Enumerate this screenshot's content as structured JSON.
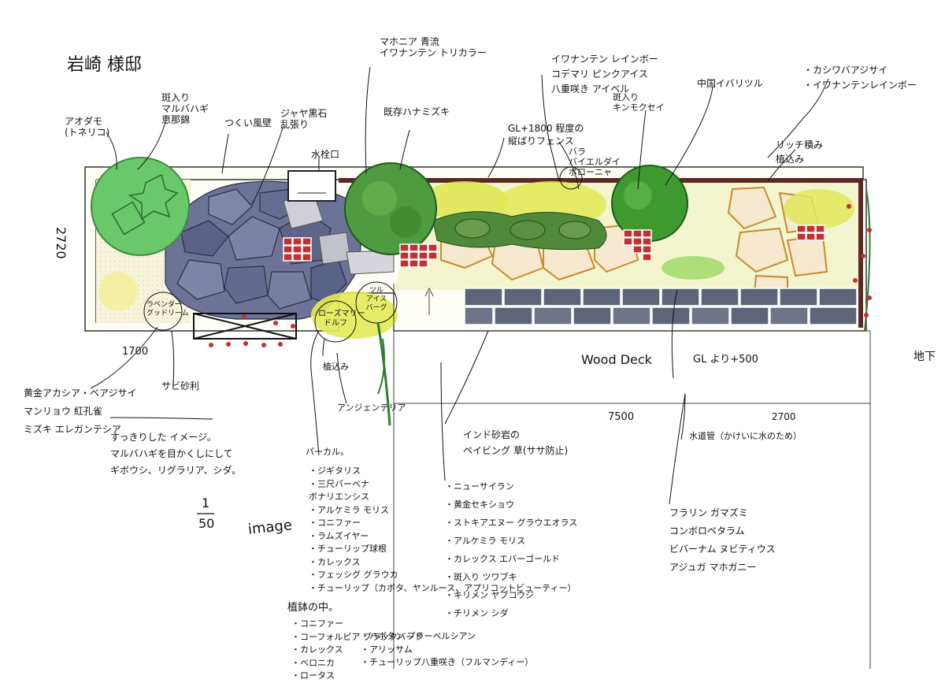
{
  "title": "岩崎 様邸",
  "scale": {
    "numerator": "1",
    "denominator": "50"
  },
  "image_label": "image",
  "dimensions": {
    "left_height": "2720",
    "left_width": "1700",
    "middle_width": "7500",
    "right_width": "2700"
  },
  "labels": {
    "aodamo": "アオダモ\n(トネリコ)",
    "fuiri_malva": "斑入り\nマルバハギ\n恵那錦",
    "tsukui": "つくい風壁",
    "jaya": "ジャヤ黒石\n乱張り",
    "suidou": "水栓口",
    "kijon": "既存ハナミズキ",
    "mahonia": "マホニア 青流\nイワナンテン トリカラー",
    "iwanan_rainbow": "イワナンテン レインボー\nコデマリ ピンクアイス\n八重咲き アイベル",
    "gl1800": "GL+1800 程度の\n縦ばりフェンス",
    "fuiri_kinmokusei": "斑入り\nキンモクセイ",
    "china_ivy": "中国イバリツル",
    "bara": "バラ\nバイエルダイ\nボローニャ",
    "kashiwaba": "・カシワバアジサイ\n・イワナンテンレインボー",
    "rokka": "リッチ積み\n植込み",
    "wood_deck": "Wood Deck",
    "gl500": "GL より+500",
    "chika": "地下",
    "lavender": "ラベンダー\nグッドリーム",
    "rosemary": "ローズマリー\nドルフ",
    "tsuru": "ツル\nアイス\nバーグ",
    "ougon": "黄金アカシア・ベアジサイ\nマンリョウ 紅孔雀\nミズキ エレガンテシア",
    "sabi": "サビ砂利",
    "uekomi": "植込み",
    "anzu": "アンジェンテリア",
    "sukkiri": "すっきりした イメージ。\nマルバハギを目かくしにして\nギボウシ、リグラリア、シダ。",
    "indo": "インド砂岩の\nペイビング 草(ササ防止)",
    "suido_pipe": "水道管（かけいに水のため）",
    "perennial": "パーカル。"
  },
  "perennial_list": [
    "・ジギタリス",
    "・三尺バーベナ",
    "  ボナリエンシス",
    "・アルケミラ モリス",
    "・コニファー",
    "・ラムズイヤー",
    "・チューリップ球根",
    "・カレックス",
    "・フェッシグ グラウカ",
    "・チューリップ（カボタ、ヤンルース、アプリコットビューティー）"
  ],
  "planter_heading": "植鉢の中。",
  "planter_list_a": [
    "・コニファー",
    "・コーフォルピア ブラックバード",
    "・カレックス",
    "・ベロニカ",
    "・ロータス"
  ],
  "planter_list_b": [
    "・ハボタン プラーベルシアン",
    "・アリッサム",
    "・チューリップ八重咲き（フルマンディー）"
  ],
  "center_list": [
    "・ニューサイラン",
    "・黄金セキショウ",
    "・ストキアエヌー グラウエオラス",
    "・アルケミラ モリス",
    "・カレックス エバーゴールド",
    "・斑入り ツワブキ",
    "・キリメン ヤブコウジ",
    "・チリメン シダ"
  ],
  "right_list": [
    "フラリン ガマズミ",
    "コンボロペタラム",
    "ビバーナム ヌビティウス",
    "アジュガ マホガニー"
  ],
  "colors": {
    "stone_gray": "#6f7a99",
    "stone_light": "#c9c9cf",
    "tree_green": "#3f8f2a",
    "light_green": "#7fcf6a",
    "yellow_green": "#dbe65a",
    "brick_red": "#c43030",
    "orange_stone": "#e8b45a",
    "paving": "#5e6578",
    "fence_brown": "#5a2a24"
  }
}
